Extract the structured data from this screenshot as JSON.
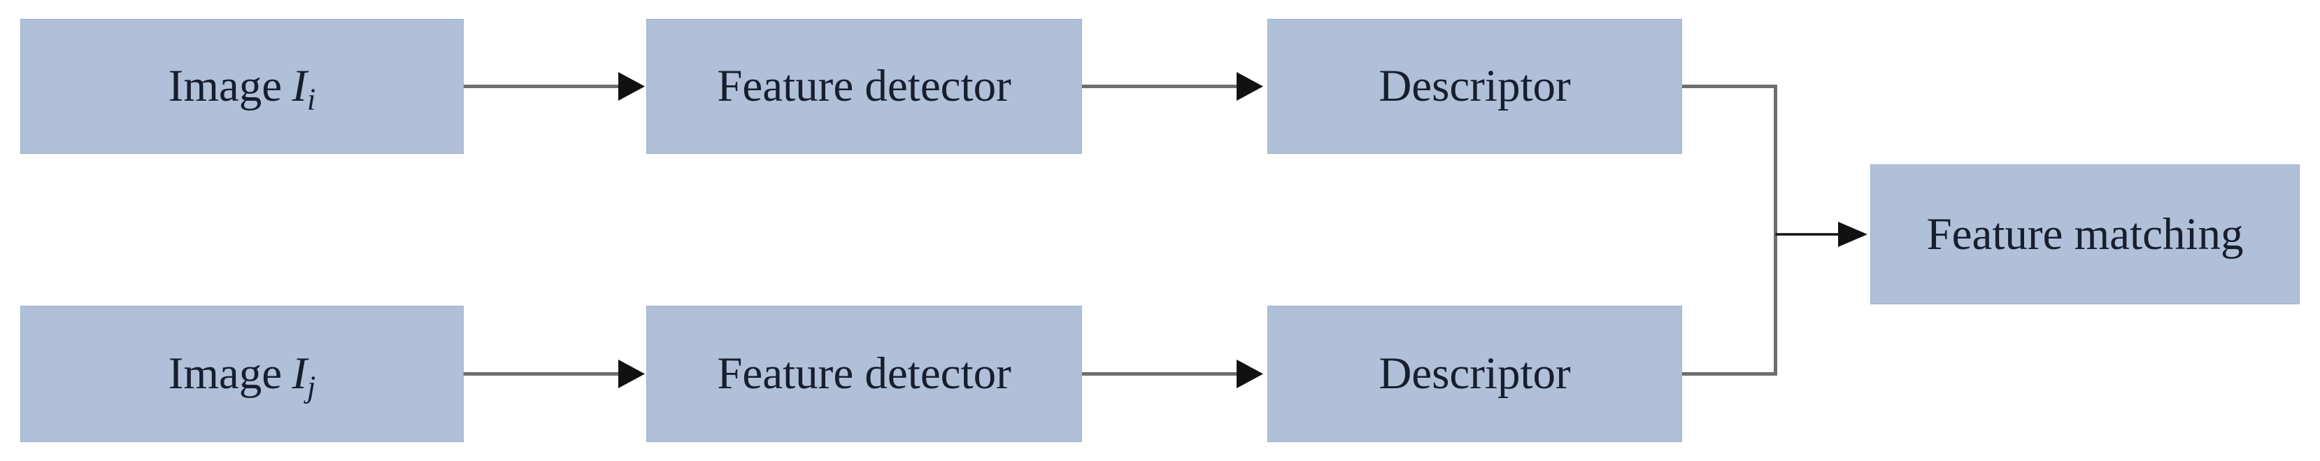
{
  "nodes": {
    "image_i": {
      "word": "Image",
      "var": "I",
      "sub": "i"
    },
    "feature_detector_top": {
      "label": "Feature detector"
    },
    "descriptor_top": {
      "label": "Descriptor"
    },
    "image_j": {
      "word": "Image",
      "var": "I",
      "sub": "j"
    },
    "feature_detector_bottom": {
      "label": "Feature detector"
    },
    "descriptor_bottom": {
      "label": "Descriptor"
    },
    "feature_matching": {
      "label": "Feature matching"
    }
  },
  "colors": {
    "box_fill": "#afc0d8",
    "box_edge": "#9fb2cc",
    "text": "#171e2e",
    "connector_gray": "#6e6e6e",
    "arrow_black": "#111111",
    "background": "#ffffff"
  }
}
